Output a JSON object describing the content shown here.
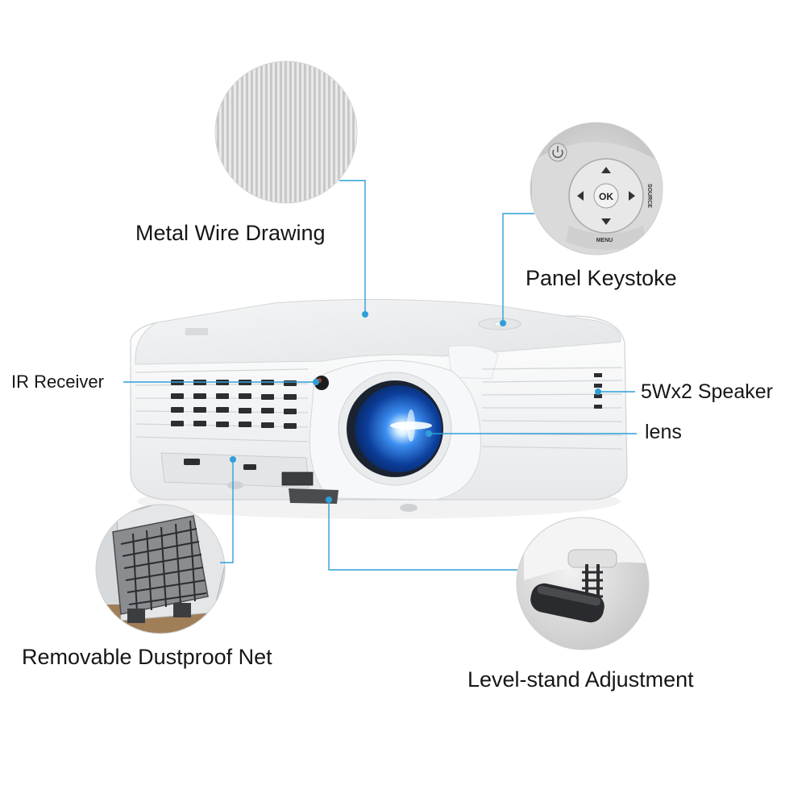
{
  "callouts": {
    "metal_wire": "Metal Wire Drawing",
    "panel_keystone": "Panel Keystoke",
    "ir_receiver": "IR Receiver",
    "speaker": "5Wx2 Speaker",
    "lens": "lens",
    "dustproof_net": "Removable Dustproof Net",
    "level_stand": "Level-stand Adjustment"
  },
  "keypad": {
    "ok": "OK",
    "menu": "MENU",
    "source": "SOURCE"
  },
  "colors": {
    "leader_line": "#2f9fd8",
    "lens_glow": "#1f6fd6"
  }
}
